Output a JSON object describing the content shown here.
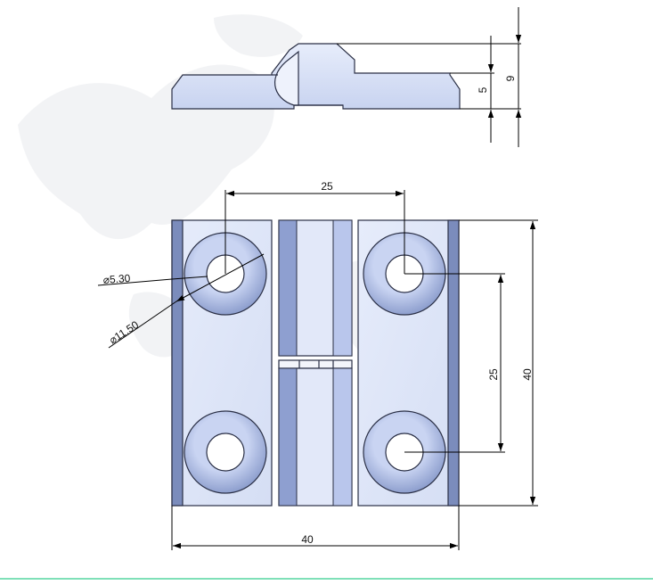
{
  "drawing": {
    "side_view": {
      "dimensions": {
        "height_5": "5",
        "height_9": "9"
      }
    },
    "front_view": {
      "dimensions": {
        "hole_spacing_horizontal": "25",
        "hole_spacing_vertical": "25",
        "overall_height": "40",
        "overall_width": "40",
        "hole_diameter": "⌀5.30",
        "counterbore_diameter": "⌀11.50"
      }
    },
    "colors": {
      "plate_fill": "#dfe6f8",
      "plate_light": "#e9eefb",
      "edge_dark": "#7b8cbc",
      "knuckle_mid": "#b5c3ea",
      "countersink_ring": "#b3c0e8",
      "bottom_rule": "#7fe0b8"
    }
  }
}
